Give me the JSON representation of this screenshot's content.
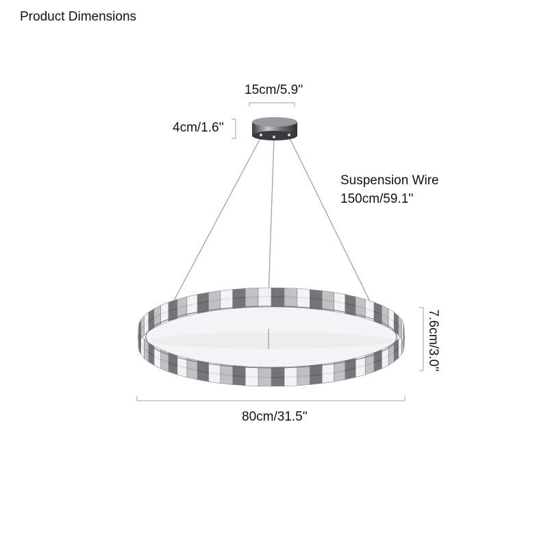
{
  "header": {
    "title": "Product Dimensions"
  },
  "dimensions": {
    "canopy_width": "15cm/5.9''",
    "canopy_height": "4cm/1.6''",
    "wire_name": "Suspension Wire",
    "wire_length": "150cm/59.1''",
    "ring_height": "7.6cm/3.0''",
    "ring_width": "80cm/31.5''"
  },
  "colors": {
    "metal": "#5a5a5e",
    "crystal_light": "#f2f2f4",
    "crystal_dark": "#5e5e63",
    "wire": "#9a9a9a",
    "guide": "#9c9c9c"
  }
}
